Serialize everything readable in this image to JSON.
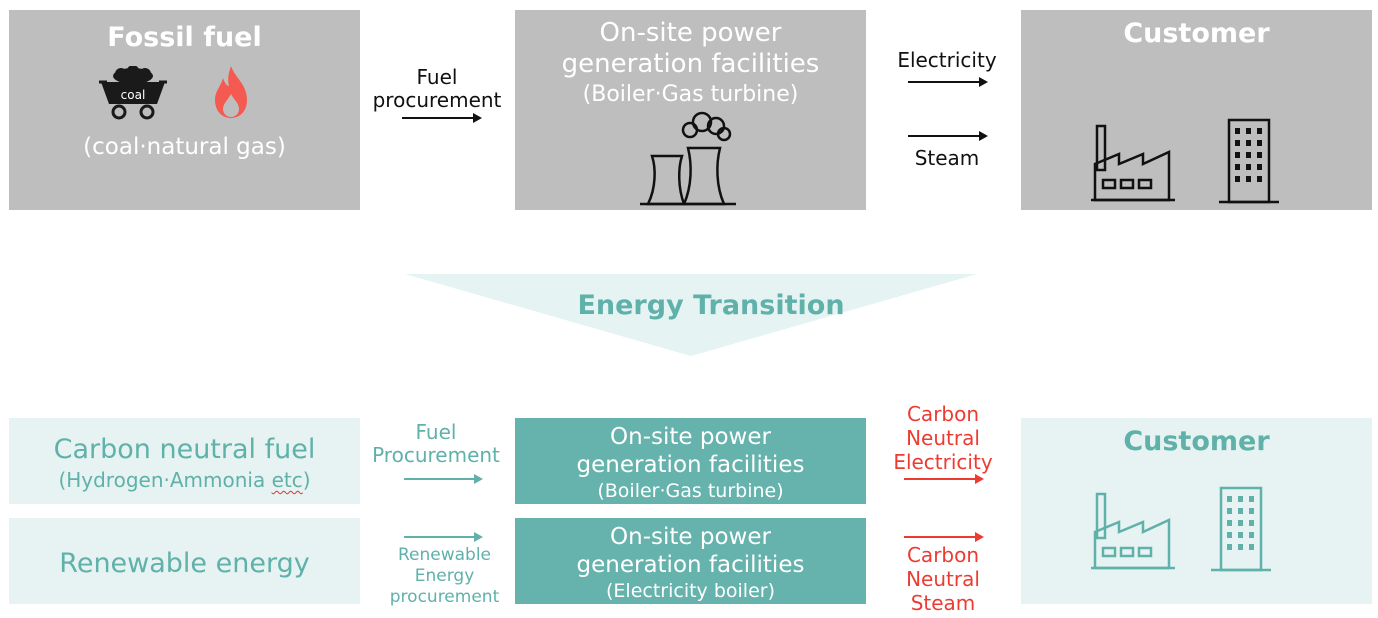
{
  "top": {
    "fossil": {
      "title": "Fossil fuel",
      "coal_label": "coal",
      "subtitle": "(coal·natural gas)"
    },
    "fuel_label_line1": "Fuel",
    "fuel_label_line2": "procurement",
    "onsite": {
      "line1": "On-site power",
      "line2": "generation facilities",
      "line3": "(Boiler·Gas turbine)"
    },
    "electricity_label": "Electricity",
    "steam_label": "Steam",
    "customer": {
      "title": "Customer"
    }
  },
  "transition": {
    "label": "Energy Transition",
    "color": "#e5f3f2"
  },
  "bottom": {
    "carbon_fuel": {
      "title": "Carbon neutral fuel",
      "subtitle_prefix": "(Hydrogen·Ammonia ",
      "subtitle_etc": "etc",
      "subtitle_suffix": ")"
    },
    "renewable": {
      "title": "Renewable energy"
    },
    "fuel_proc_line1": "Fuel",
    "fuel_proc_line2": "Procurement",
    "ren_proc_line1": "Renewable",
    "ren_proc_line2": "Energy",
    "ren_proc_line3": "procurement",
    "onsite1": {
      "line1": "On-site power",
      "line2": "generation facilities",
      "line3": "(Boiler·Gas turbine)"
    },
    "onsite2": {
      "line1": "On-site power",
      "line2": "generation facilities",
      "line3": "(Electricity boiler)"
    },
    "cn_elec_line1": "Carbon",
    "cn_elec_line2": "Neutral",
    "cn_elec_line3": "Electricity",
    "cn_steam_line1": "Carbon",
    "cn_steam_line2": "Neutral",
    "cn_steam_line3": "Steam",
    "customer": {
      "title": "Customer"
    }
  },
  "colors": {
    "gray": "#bebebe",
    "pale_teal": "#e6f3f2",
    "teal": "#66b3ad",
    "teal_text": "#5fb1aa",
    "red": "#ee3b32"
  }
}
